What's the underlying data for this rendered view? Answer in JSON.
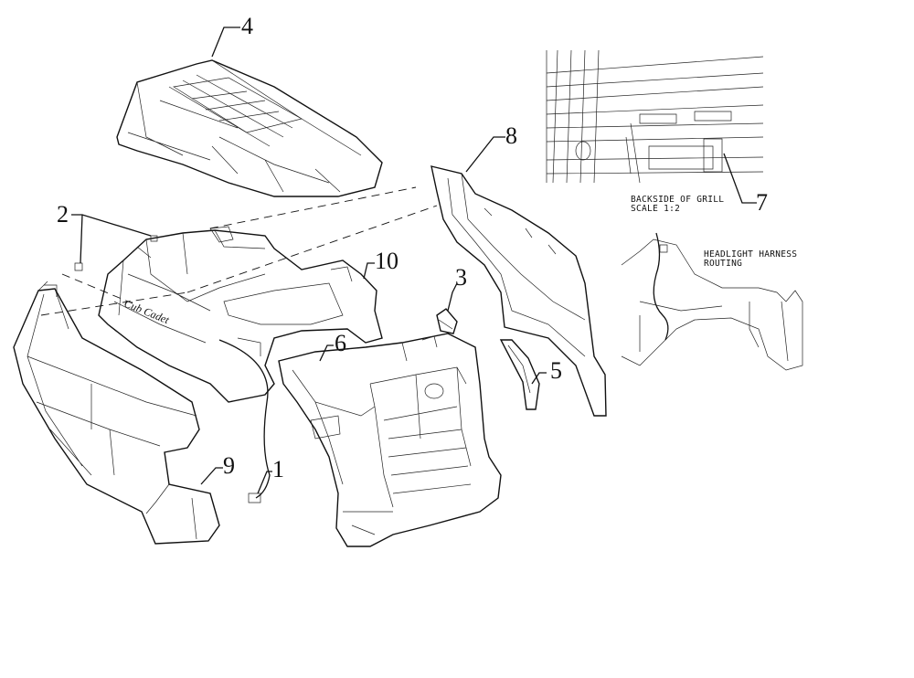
{
  "callouts": {
    "c1": "1",
    "c2": "2",
    "c3": "3",
    "c4": "4",
    "c5": "5",
    "c6": "6",
    "c7": "7",
    "c8": "8",
    "c9": "9",
    "c10": "10"
  },
  "notes": {
    "grill_line1": "BACKSIDE OF GRILL",
    "grill_line2": "SCALE 1:2",
    "harness_line1": "HEADLIGHT HARNESS",
    "harness_line2": "ROUTING"
  },
  "brand_logo": "Cub Cadet"
}
